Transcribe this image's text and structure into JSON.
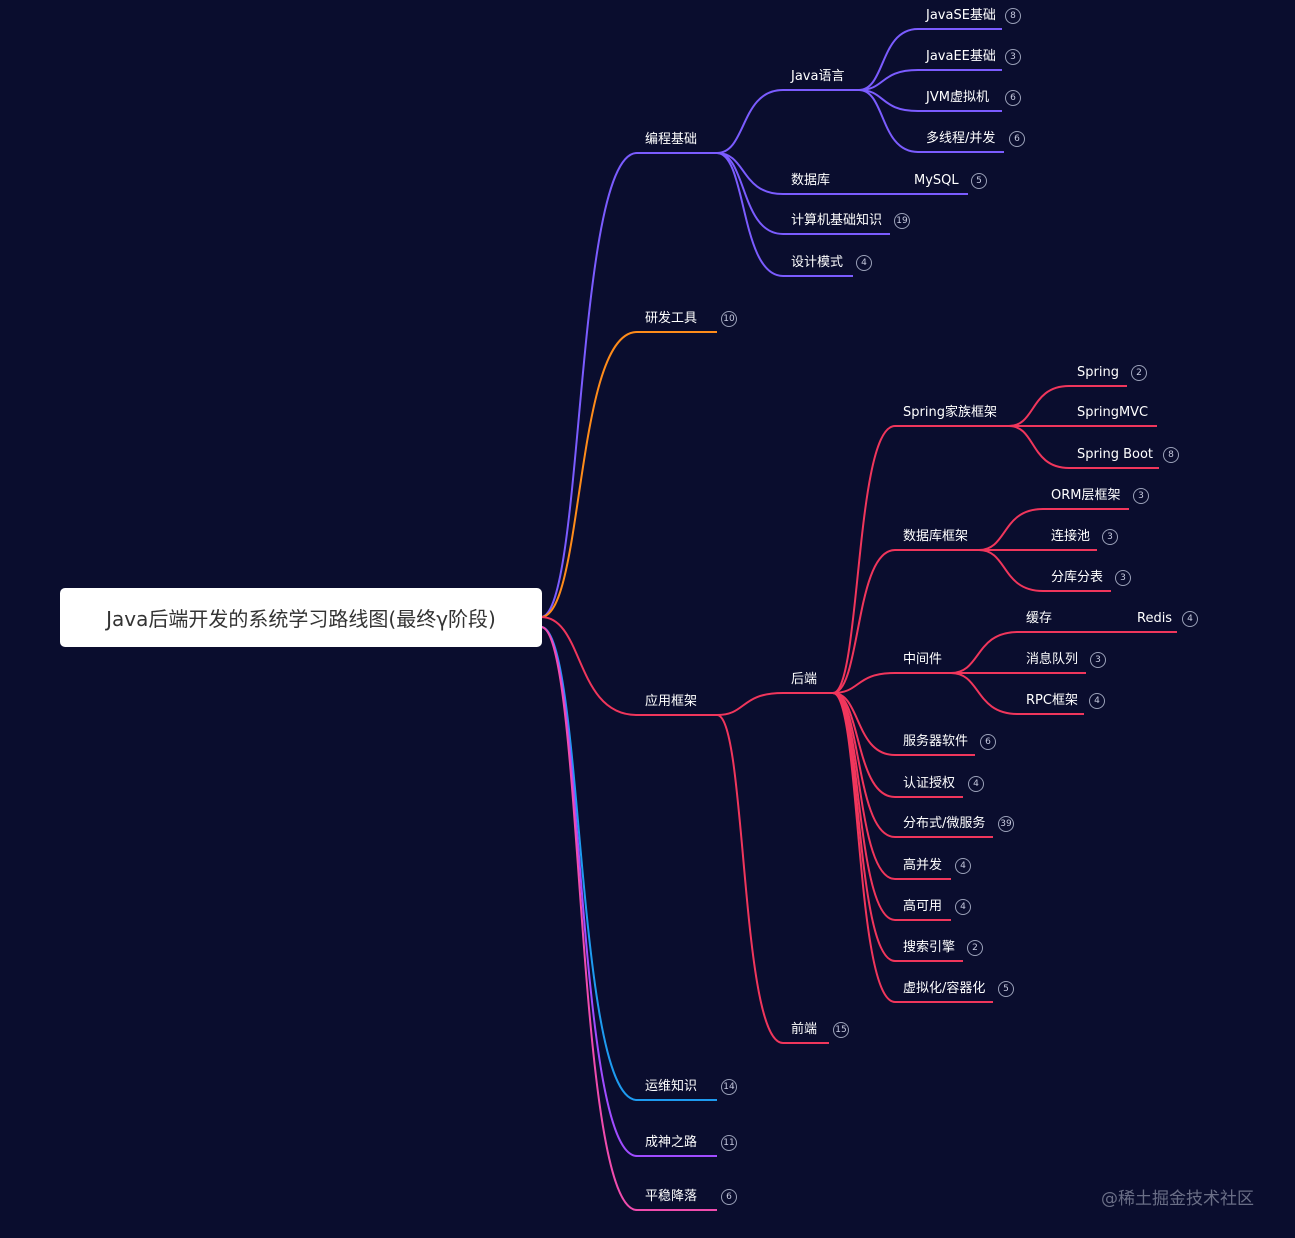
{
  "root": {
    "title": "Java后端开发的系统学习路线图(最终γ阶段)"
  },
  "watermark": "@稀土掘金技术社区",
  "colors": {
    "purple": "#7b5cff",
    "orange": "#ff8c1a",
    "red": "#f0365c",
    "blue": "#1e9bf0",
    "violet": "#a04cff",
    "pink": "#f04cae"
  },
  "nodes": {
    "n1": {
      "label": "编程基础"
    },
    "n1a": {
      "label": "Java语言"
    },
    "n1a1": {
      "label": "JavaSE基础",
      "badge": "8"
    },
    "n1a2": {
      "label": "JavaEE基础",
      "badge": "3"
    },
    "n1a3": {
      "label": "JVM虚拟机",
      "badge": "6"
    },
    "n1a4": {
      "label": "多线程/并发",
      "badge": "6"
    },
    "n1b": {
      "label": "数据库"
    },
    "n1b1": {
      "label": "MySQL",
      "badge": "5"
    },
    "n1c": {
      "label": "计算机基础知识",
      "badge": "19"
    },
    "n1d": {
      "label": "设计模式",
      "badge": "4"
    },
    "n2": {
      "label": "研发工具",
      "badge": "10"
    },
    "n3": {
      "label": "应用框架"
    },
    "n3a": {
      "label": "后端"
    },
    "s1": {
      "label": "Spring家族框架"
    },
    "s1a": {
      "label": "Spring",
      "badge": "2"
    },
    "s1b": {
      "label": "SpringMVC"
    },
    "s1c": {
      "label": "Spring Boot",
      "badge": "8"
    },
    "s2": {
      "label": "数据库框架"
    },
    "s2a": {
      "label": "ORM层框架",
      "badge": "3"
    },
    "s2b": {
      "label": "连接池",
      "badge": "3"
    },
    "s2c": {
      "label": "分库分表",
      "badge": "3"
    },
    "s3": {
      "label": "中间件"
    },
    "s3a": {
      "label": "缓存"
    },
    "s3a1": {
      "label": "Redis",
      "badge": "4"
    },
    "s3b": {
      "label": "消息队列",
      "badge": "3"
    },
    "s3c": {
      "label": "RPC框架",
      "badge": "4"
    },
    "s4": {
      "label": "服务器软件",
      "badge": "6"
    },
    "s5": {
      "label": "认证授权",
      "badge": "4"
    },
    "s6": {
      "label": "分布式/微服务",
      "badge": "39"
    },
    "s7": {
      "label": "高并发",
      "badge": "4"
    },
    "s8": {
      "label": "高可用",
      "badge": "4"
    },
    "s9": {
      "label": "搜索引擎",
      "badge": "2"
    },
    "s10": {
      "label": "虚拟化/容器化",
      "badge": "5"
    },
    "n3b": {
      "label": "前端",
      "badge": "15"
    },
    "n4": {
      "label": "运维知识",
      "badge": "14"
    },
    "n5": {
      "label": "成神之路",
      "badge": "11"
    },
    "n6": {
      "label": "平稳降落",
      "badge": "6"
    }
  }
}
